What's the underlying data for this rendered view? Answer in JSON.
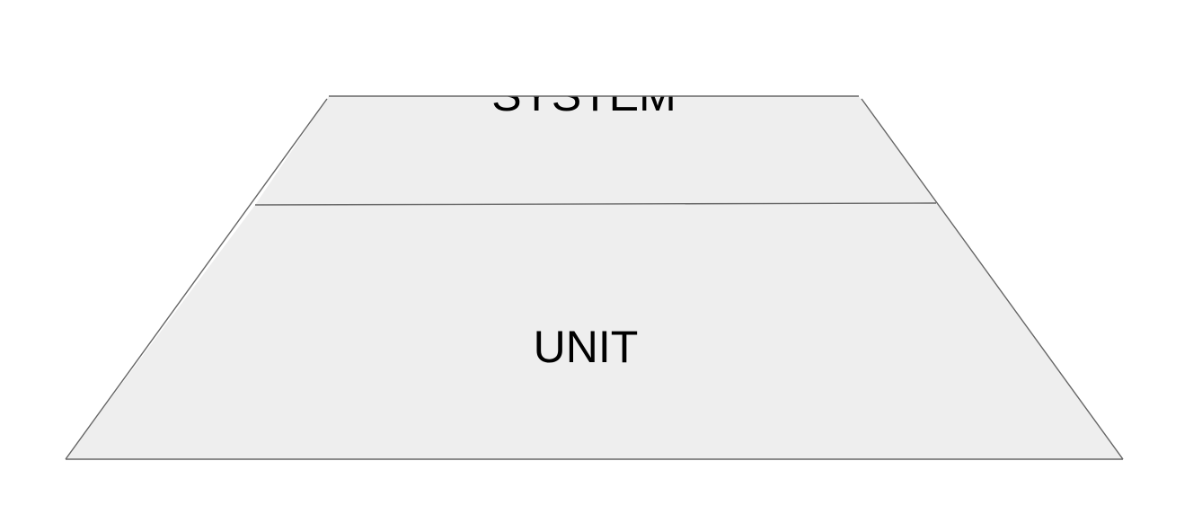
{
  "diagram": {
    "tiers": [
      {
        "id": "system",
        "label": "SYSTEM"
      },
      {
        "id": "unit",
        "label": "UNIT"
      }
    ]
  },
  "colors": {
    "fill": "#eeeeee",
    "stroke": "#666666",
    "text": "#000000",
    "background": "#ffffff"
  }
}
